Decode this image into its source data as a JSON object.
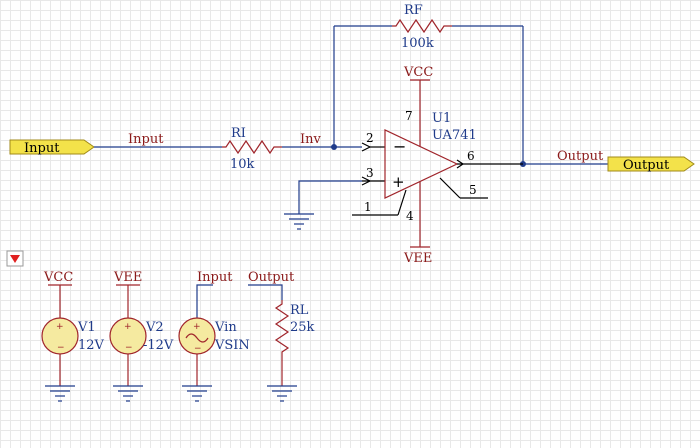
{
  "ports": {
    "input": "Input",
    "output": "Output"
  },
  "nets": {
    "input": "Input",
    "inv": "Inv",
    "output": "Output",
    "vcc": "VCC",
    "vee": "VEE"
  },
  "opamp": {
    "designator": "U1",
    "part": "UA741",
    "pins": {
      "inv": "2",
      "noninv": "3",
      "out": "6",
      "vplus": "7",
      "vminus": "4",
      "offset1": "1",
      "offset2": "5"
    },
    "minus_sign": "−",
    "plus_sign": "+"
  },
  "resistors": {
    "rf": {
      "designator": "RF",
      "value": "100k"
    },
    "ri": {
      "designator": "RI",
      "value": "10k"
    },
    "rl": {
      "designator": "RL",
      "value": "25k"
    }
  },
  "sources": {
    "v1": {
      "designator": "V1",
      "value": "12V",
      "net": "VCC"
    },
    "v2": {
      "designator": "V2",
      "value": "-12V",
      "net": "VEE"
    },
    "vin": {
      "designator": "Vin",
      "value": "VSIN",
      "net": "Input"
    },
    "rl_net": "Output"
  },
  "colors": {
    "wire": "#1f3b8a",
    "part": "#a0252b",
    "port_fill": "#f3e24a",
    "source_fill": "#f5eaa0",
    "marker": "#e02020"
  }
}
